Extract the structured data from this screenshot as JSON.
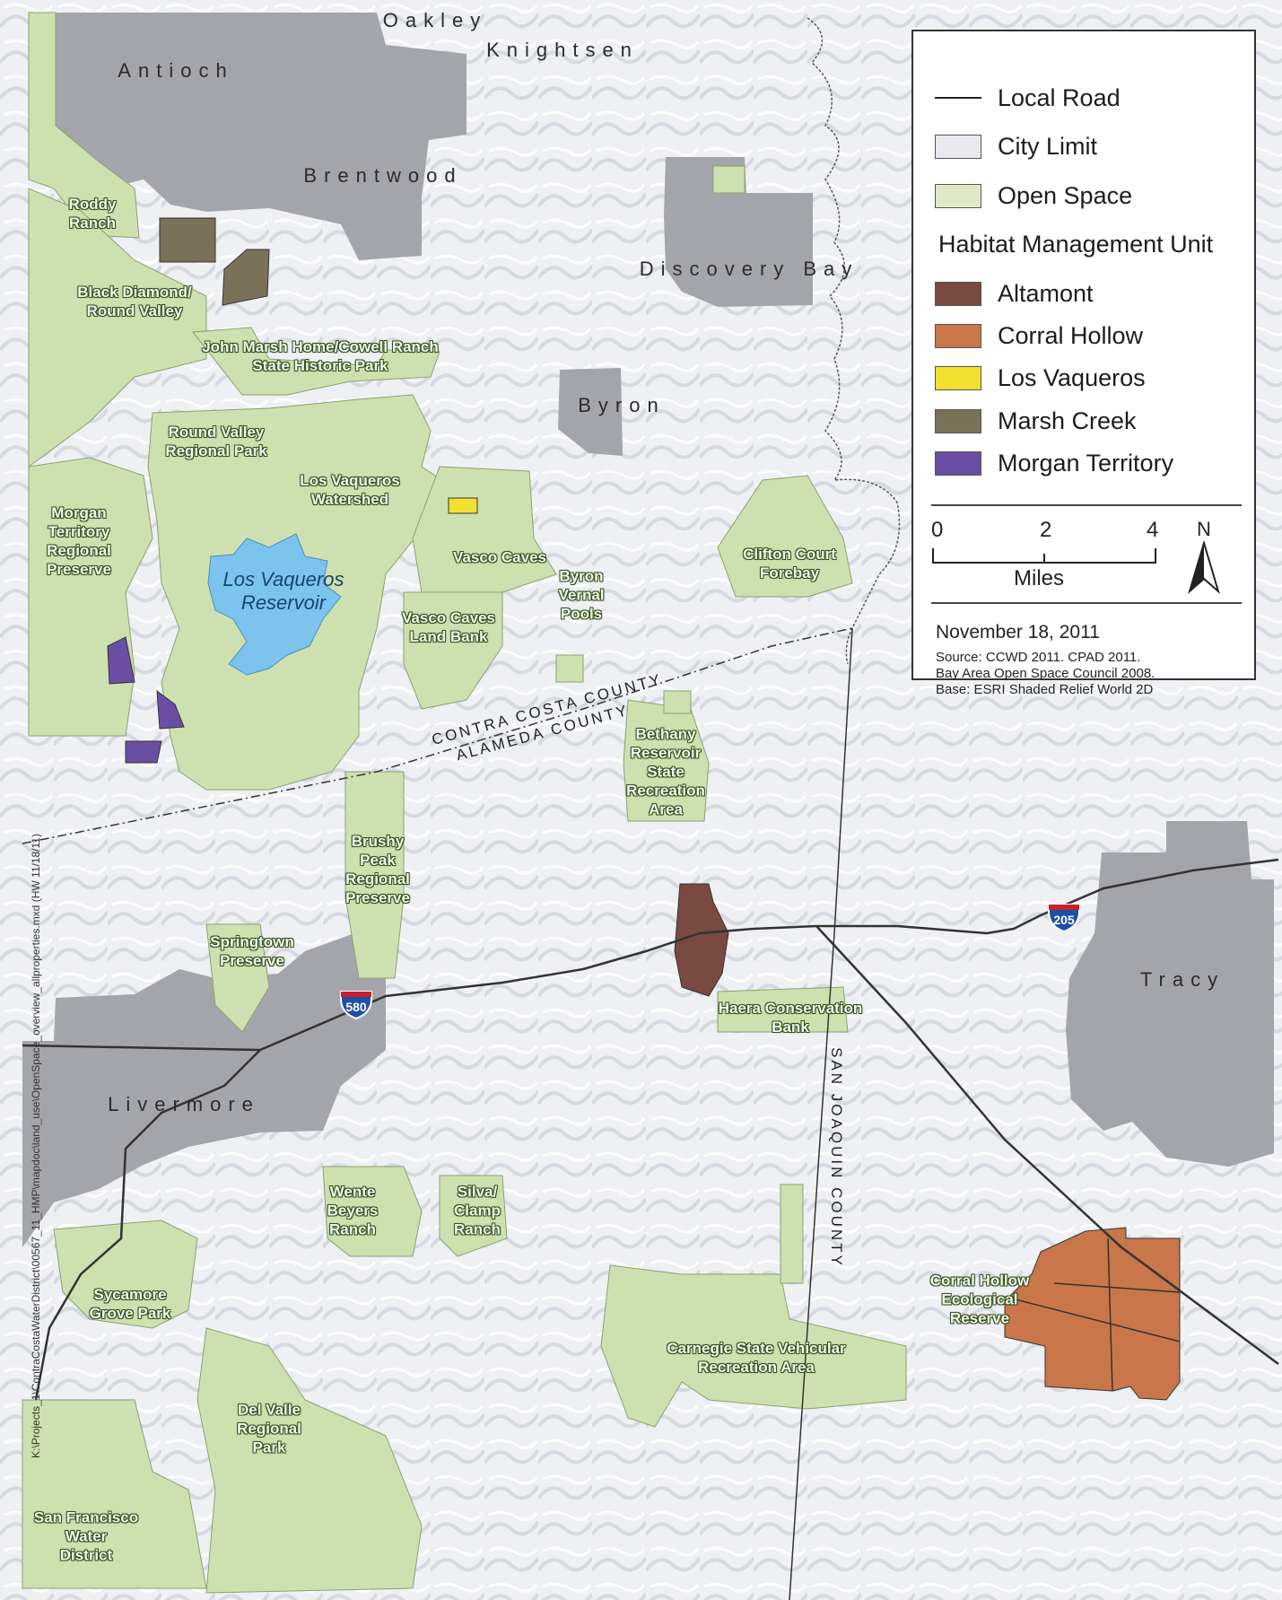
{
  "legend": {
    "local_road": "Local Road",
    "city_limit": "City Limit",
    "open_space": "Open Space",
    "heading": "Habitat Management Unit",
    "units": [
      {
        "label": "Altamont",
        "color": "#7a4a40"
      },
      {
        "label": "Corral Hollow",
        "color": "#c8764a"
      },
      {
        "label": "Los Vaqueros",
        "color": "#f2e030"
      },
      {
        "label": "Marsh Creek",
        "color": "#7a7258"
      },
      {
        "label": "Morgan Territory",
        "color": "#6a4ea4"
      }
    ],
    "scale": {
      "ticks": [
        "0",
        "2",
        "4"
      ],
      "unit": "Miles"
    },
    "north": "N",
    "date": "November 18, 2011",
    "sources": [
      "Source: CCWD 2011. CPAD 2011.",
      "Bay Area Open Space Council 2008.",
      "Base: ESRI Shaded Relief World 2D"
    ]
  },
  "colors": {
    "open_space": "#cfe0b0",
    "city": "#a4a5ab",
    "relief": "#eeeff3",
    "water": "#7cc4ee",
    "road": "#333333"
  },
  "cities": {
    "oakley": "Oakley",
    "knightsen": "Knightsen",
    "antioch": "Antioch",
    "brentwood": "Brentwood",
    "discovery_bay": "Discovery Bay",
    "byron": "Byron",
    "tracy": "Tracy",
    "livermore": "Livermore"
  },
  "places": {
    "roddy_ranch": [
      "Roddy",
      "Ranch"
    ],
    "black_diamond": [
      "Black Diamond/",
      "Round Valley"
    ],
    "john_marsh": [
      "John Marsh Home/Cowell Ranch",
      "State Historic Park"
    ],
    "round_valley": [
      "Round Valley",
      "Regional Park"
    ],
    "lv_watershed": [
      "Los Vaqueros",
      "Watershed"
    ],
    "morgan_territory": [
      "Morgan",
      "Territory",
      "Regional",
      "Preserve"
    ],
    "vasco_caves": [
      "Vasco Caves"
    ],
    "byron_vernal": [
      "Byron",
      "Vernal",
      "Pools"
    ],
    "vasco_land_bank": [
      "Vasco Caves",
      "Land Bank"
    ],
    "clifton_court": [
      "Clifton Court",
      "Forebay"
    ],
    "bethany": [
      "Bethany",
      "Reservoir",
      "State",
      "Recreation",
      "Area"
    ],
    "brushy_peak": [
      "Brushy",
      "Peak",
      "Regional",
      "Preserve"
    ],
    "springtown": [
      "Springtown",
      "Preserve"
    ],
    "haera": [
      "Haera Conservation",
      "Bank"
    ],
    "wente": [
      "Wente",
      "Beyers",
      "Ranch"
    ],
    "silva": [
      "Silva/",
      "Clamp",
      "Ranch"
    ],
    "corral_hollow": [
      "Corral Hollow",
      "Ecological",
      "Reserve"
    ],
    "sycamore": [
      "Sycamore",
      "Grove Park"
    ],
    "carnegie": [
      "Carnegie State Vehicular",
      "Recreation Area"
    ],
    "del_valle": [
      "Del Valle",
      "Regional",
      "Park"
    ],
    "sf_water": [
      "San Francisco",
      "Water",
      "District"
    ]
  },
  "water": {
    "reservoir": [
      "Los Vaqueros",
      "Reservoir"
    ]
  },
  "counties": {
    "contra_costa": "CONTRA COSTA COUNTY",
    "alameda": "ALAMEDA COUNTY",
    "san_joaquin": "SAN JOAQUIN COUNTY"
  },
  "highways": {
    "i580": "580",
    "i205": "205"
  },
  "file_path": "K:\\Projects_1\\ContraCostaWaterDistrict\\00567_11_HMP\\mapdoc\\land_use\\OpenSpace_overview_allproperties.mxd (HW 11/18/11)"
}
